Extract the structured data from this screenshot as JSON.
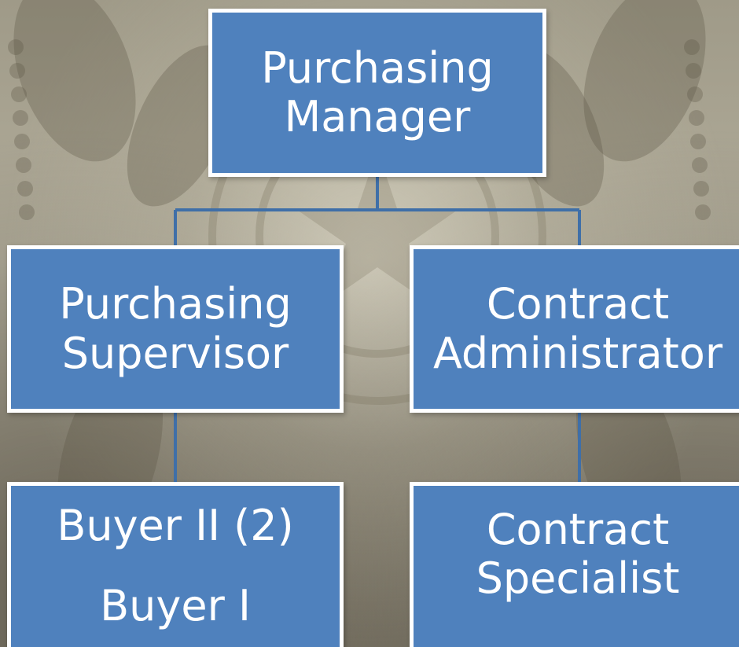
{
  "org_chart": {
    "manager": {
      "line1": "Purchasing",
      "line2": "Manager"
    },
    "supervisor": {
      "line1": "Purchasing",
      "line2": "Supervisor"
    },
    "contract_admin": {
      "line1": "Contract",
      "line2": "Administrator"
    },
    "buyers": {
      "line1": "Buyer II (2)",
      "line2": "Buyer I"
    },
    "contract_spec": {
      "line1": "Contract",
      "line2": "Specialist"
    }
  },
  "colors": {
    "node_fill": "#4f81bd",
    "node_border": "#ffffff",
    "connector": "#3f6fa8",
    "background": "#b3ae9c"
  }
}
